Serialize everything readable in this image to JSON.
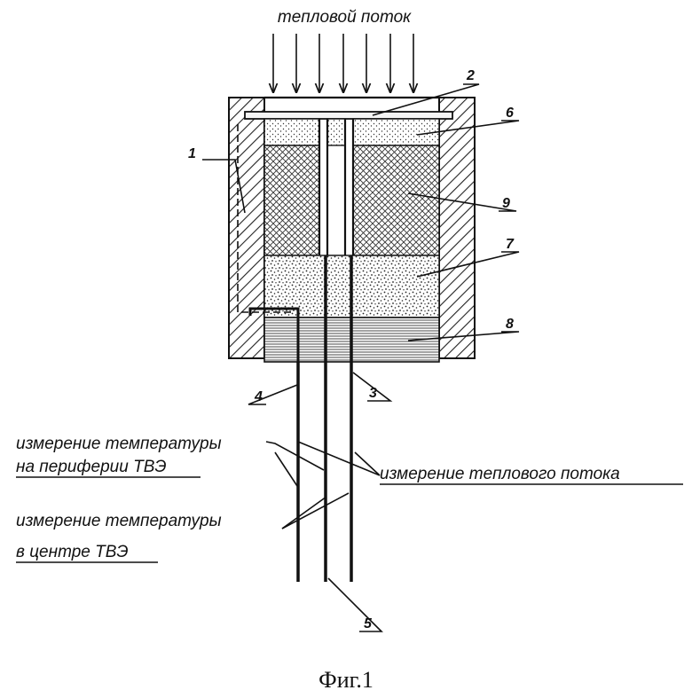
{
  "figure": {
    "heat_flow_label": "тепловой поток",
    "caption": "Фиг.1",
    "annotations": [
      "измерение температуры",
      "на периферии ТВЭ",
      "измерение температуры",
      "в центре ТВЭ",
      "измерение теплового потока"
    ],
    "part_numbers": [
      "1",
      "2",
      "3",
      "4",
      "5",
      "6",
      "7",
      "8",
      "9"
    ]
  }
}
